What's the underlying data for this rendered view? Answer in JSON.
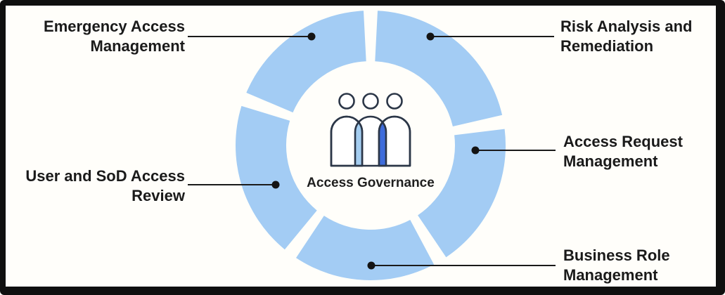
{
  "diagram": {
    "type": "donut",
    "center_label": "Access Governance",
    "ring_color": "#a3ccf4",
    "icon": {
      "name": "three-people-icon",
      "outline_color": "#2b3647",
      "left_overlap_fill": "#a4cdf0",
      "right_overlap_fill": "#3e6cdb"
    },
    "segments": [
      {
        "id": "risk-analysis-and-remediation",
        "label": "Risk Analysis and Remediation",
        "start_deg": 13,
        "end_deg": 87
      },
      {
        "id": "emergency-access-management",
        "label": "Emergency Access Management",
        "start_deg": 93,
        "end_deg": 157
      },
      {
        "id": "user-and-sod-access-review",
        "label": "User and SoD Access Review",
        "start_deg": 163,
        "end_deg": 230.5
      },
      {
        "id": "business-role-management",
        "label": "Business Role Management",
        "start_deg": 236.5,
        "end_deg": 298
      },
      {
        "id": "access-request-management",
        "label": "Access Request Management",
        "start_deg": 304,
        "end_deg": 367
      }
    ],
    "labels": {
      "emergency": {
        "line1": "Emergency Access",
        "line2": "Management"
      },
      "risk": {
        "line1": "Risk Analysis and",
        "line2": "Remediation"
      },
      "access_request": {
        "line1": "Access Request",
        "line2": "Management"
      },
      "business_role": {
        "line1": "Business Role",
        "line2": "Management"
      },
      "user_sod": {
        "line1": "User and SoD Access",
        "line2": "Review"
      }
    }
  }
}
